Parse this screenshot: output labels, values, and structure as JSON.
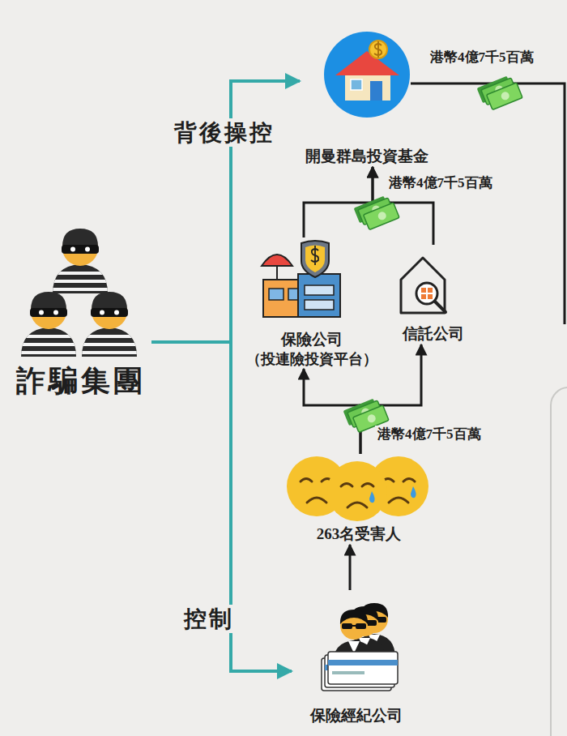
{
  "diagram": {
    "nodes": [
      {
        "text": [
          "開曼群島投資基金"
        ]
      },
      {
        "text": [
          "詐騙集團"
        ]
      },
      {
        "text": [
          "保險公司",
          "（投連險投資平台）"
        ]
      },
      {
        "text": [
          "信託公司"
        ]
      },
      {
        "text": [
          "263名受害人"
        ]
      },
      {
        "text": [
          "保險經紀公司"
        ]
      }
    ],
    "edges": [
      {
        "from": 1,
        "to": 0,
        "arrow": "to",
        "label": "背後操控"
      },
      {
        "from": 1,
        "to": 5,
        "arrow": "to",
        "label": "控制"
      },
      {
        "from": 2,
        "to": 0,
        "arrow": "to",
        "label": "港幣4億7千5百萬"
      },
      {
        "from": 3,
        "to": 0,
        "arrow": "to"
      },
      {
        "from": 4,
        "to": 2,
        "arrow": "to",
        "label": "港幣4億7千5百萬"
      },
      {
        "from": 4,
        "to": 3,
        "arrow": "to"
      },
      {
        "from": 5,
        "to": 4,
        "arrow": "to"
      }
    ],
    "labels": [
      "港幣4億7千5百萬"
    ]
  }
}
